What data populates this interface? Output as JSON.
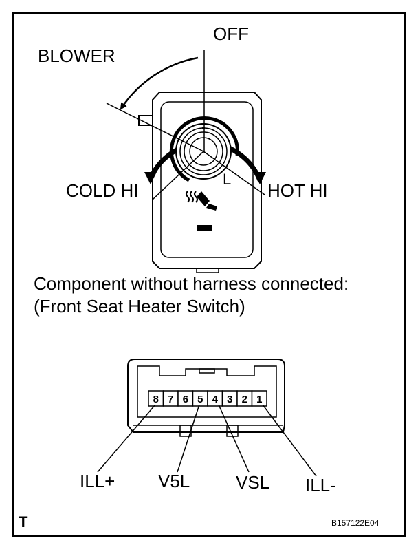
{
  "switch": {
    "labels": {
      "off": "OFF",
      "blower": "BLOWER",
      "cold_hi": "COLD HI",
      "hot_hi": "HOT HI",
      "low": "L"
    }
  },
  "caption": {
    "line1": "Component without harness connected:",
    "line2": "(Front Seat Heater Switch)"
  },
  "connector": {
    "pins": [
      "8",
      "7",
      "6",
      "5",
      "4",
      "3",
      "2",
      "1"
    ],
    "terminals": {
      "ill_plus": "ILL+",
      "v5l": "V5L",
      "vsl": "VSL",
      "ill_minus": "ILL-"
    }
  },
  "footer": {
    "corner_mark": "T",
    "figure_code": "B157122E04"
  }
}
